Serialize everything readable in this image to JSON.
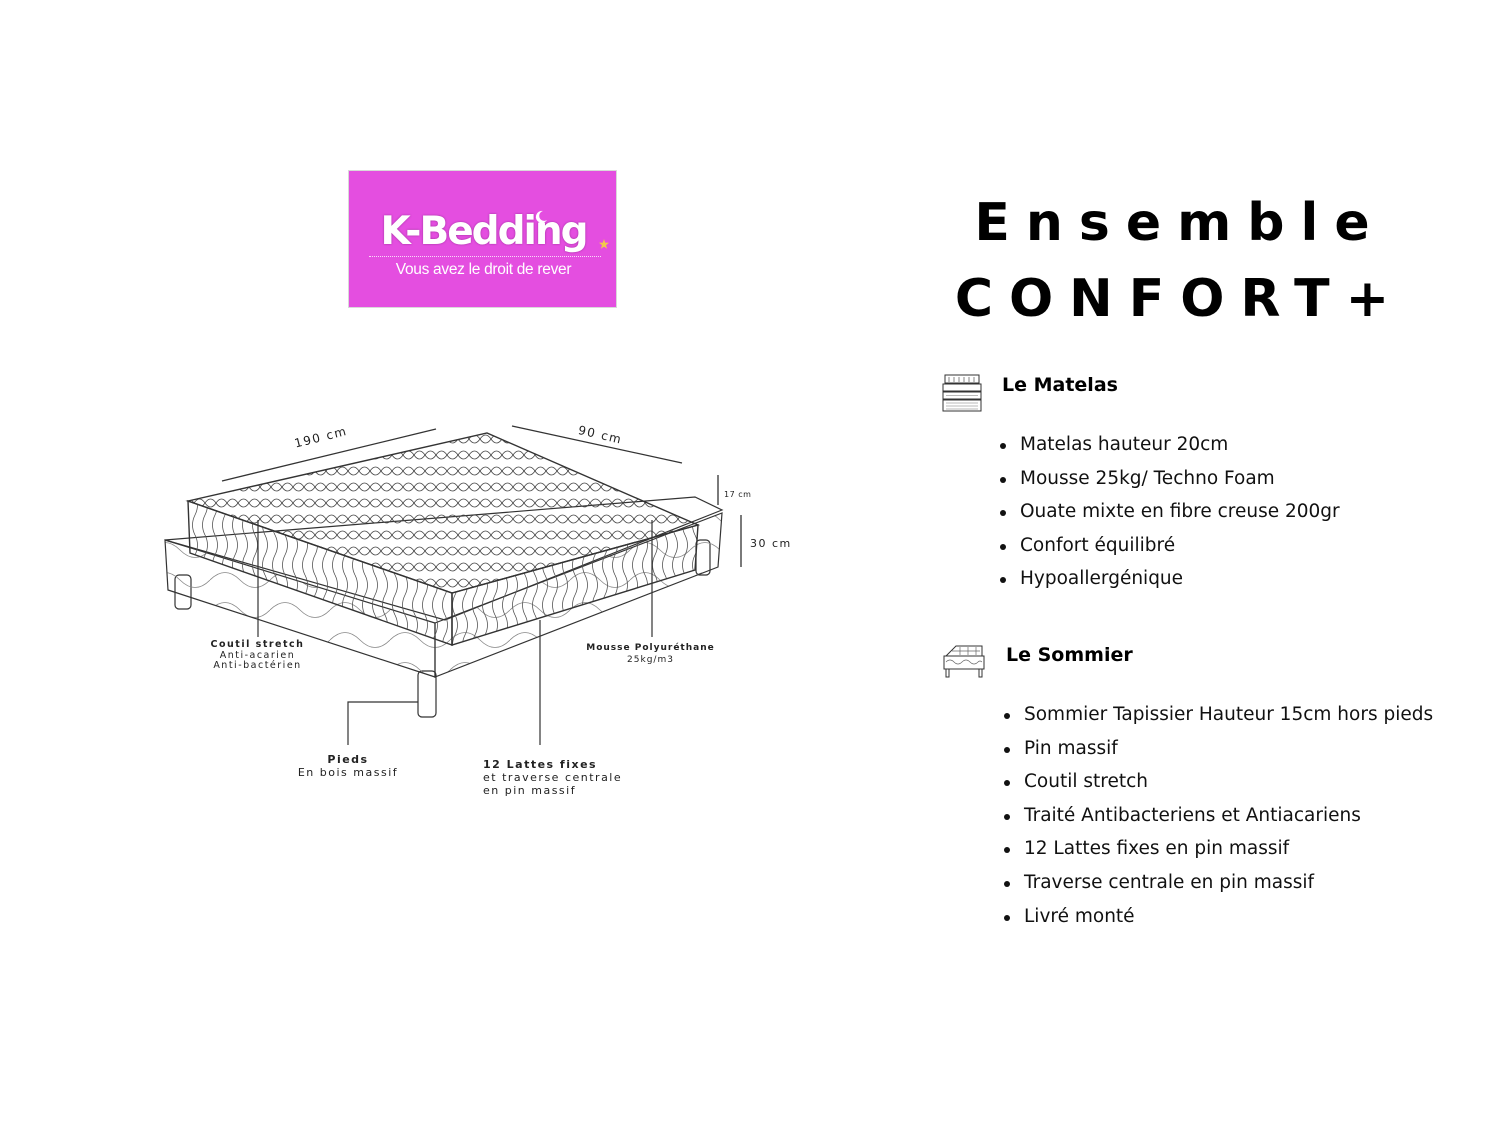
{
  "logo": {
    "brand": "K-Bedding",
    "tagline": "Vous avez le droit de rever",
    "background_color": "#e44ee0",
    "icons": [
      "moon-icon",
      "star-icon"
    ]
  },
  "title": {
    "line1": "Ensemble",
    "line2": "CONFORT+"
  },
  "illustration": {
    "dimensions": {
      "length": "190 cm",
      "width": "90 cm",
      "mattress_height": "17 cm",
      "base_height": "30 cm"
    },
    "callouts": {
      "coutil": {
        "title": "Coutil stretch",
        "line1": "Anti-acarien",
        "line2": "Anti-bactérien"
      },
      "mousse": {
        "title": "Mousse Polyuréthane",
        "line1": "25kg/m3"
      },
      "pieds": {
        "title": "Pieds",
        "line1": "En bois massif"
      },
      "lattes": {
        "title": "12 Lattes fixes",
        "line1": "et traverse centrale",
        "line2": "en pin massif"
      }
    }
  },
  "sections": {
    "matelas": {
      "icon": "mattress-icon",
      "heading": "Le Matelas",
      "items": [
        "Matelas hauteur 20cm",
        "Mousse 25kg/ Techno Foam",
        "Ouate mixte en fibre creuse 200gr",
        "Confort équilibré",
        "Hypoallergénique"
      ]
    },
    "sommier": {
      "icon": "bed-base-icon",
      "heading": "Le Sommier",
      "items": [
        "Sommier Tapissier Hauteur 15cm hors pieds",
        "Pin massif",
        "Coutil stretch",
        "Traité Antibacteriens et Antiacariens",
        "12 Lattes fixes en pin massif",
        "Traverse centrale en pin massif",
        "Livré monté"
      ]
    }
  }
}
